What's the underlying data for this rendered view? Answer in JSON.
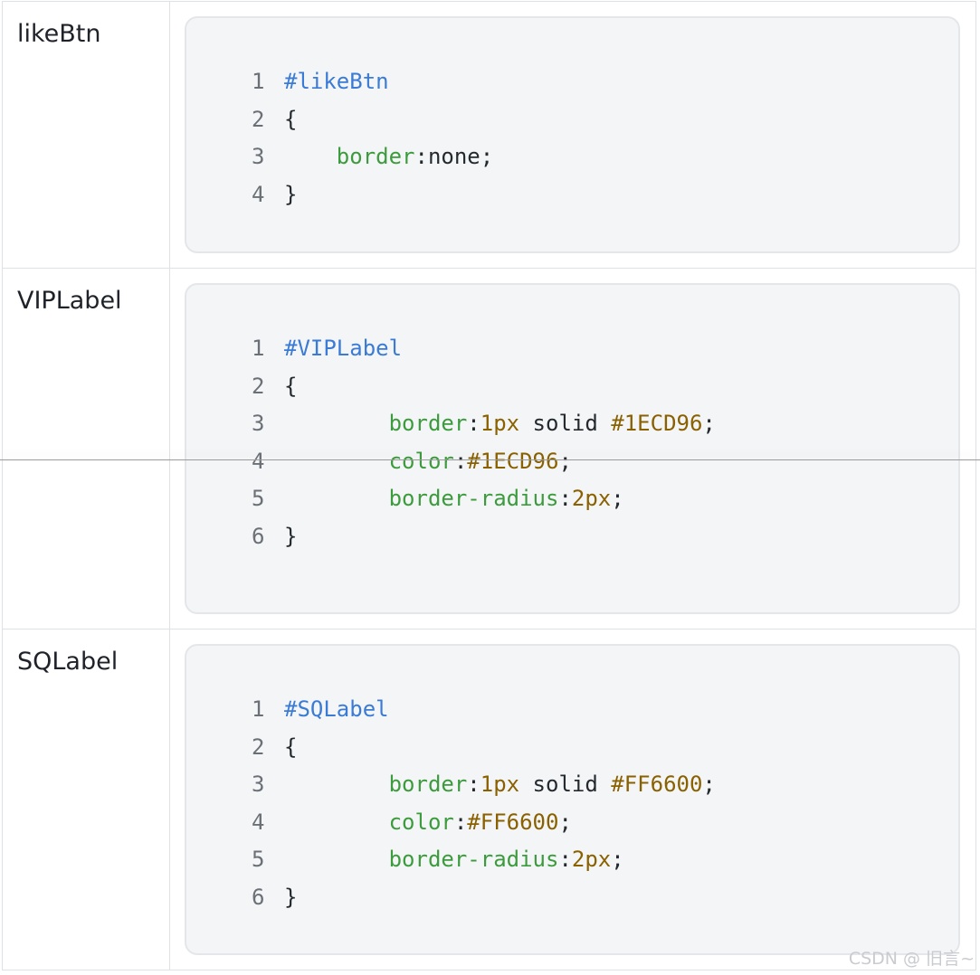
{
  "rows": [
    {
      "name": "likeBtn",
      "code": [
        {
          "num": "1",
          "parts": [
            {
              "t": "#likeBtn",
              "c": "sel"
            }
          ]
        },
        {
          "num": "2",
          "parts": [
            {
              "t": "{",
              "c": "plain"
            }
          ]
        },
        {
          "num": "3",
          "parts": [
            {
              "t": "    ",
              "c": "plain"
            },
            {
              "t": "border",
              "c": "prop"
            },
            {
              "t": ":none;",
              "c": "plain"
            }
          ]
        },
        {
          "num": "4",
          "parts": [
            {
              "t": "}",
              "c": "plain"
            }
          ]
        }
      ]
    },
    {
      "name": "VIPLabel",
      "code": [
        {
          "num": "1",
          "parts": [
            {
              "t": "#VIPLabel",
              "c": "sel"
            }
          ]
        },
        {
          "num": "2",
          "parts": [
            {
              "t": "{",
              "c": "plain"
            }
          ]
        },
        {
          "num": "3",
          "parts": [
            {
              "t": "        ",
              "c": "plain"
            },
            {
              "t": "border",
              "c": "prop"
            },
            {
              "t": ":",
              "c": "plain"
            },
            {
              "t": "1px",
              "c": "val"
            },
            {
              "t": " solid ",
              "c": "plain"
            },
            {
              "t": "#1ECD96",
              "c": "val"
            },
            {
              "t": ";",
              "c": "plain"
            }
          ]
        },
        {
          "num": "4",
          "parts": [
            {
              "t": "        ",
              "c": "plain"
            },
            {
              "t": "color",
              "c": "prop"
            },
            {
              "t": ":",
              "c": "plain"
            },
            {
              "t": "#1ECD96",
              "c": "val"
            },
            {
              "t": ";",
              "c": "plain"
            }
          ]
        },
        {
          "num": "5",
          "parts": [
            {
              "t": "        ",
              "c": "plain"
            },
            {
              "t": "border-radius",
              "c": "prop"
            },
            {
              "t": ":",
              "c": "plain"
            },
            {
              "t": "2px",
              "c": "val"
            },
            {
              "t": ";",
              "c": "plain"
            }
          ]
        },
        {
          "num": "6",
          "parts": [
            {
              "t": "}",
              "c": "plain"
            }
          ]
        }
      ]
    },
    {
      "name": "SQLabel",
      "code": [
        {
          "num": "1",
          "parts": [
            {
              "t": "#SQLabel",
              "c": "sel"
            }
          ]
        },
        {
          "num": "2",
          "parts": [
            {
              "t": "{",
              "c": "plain"
            }
          ]
        },
        {
          "num": "3",
          "parts": [
            {
              "t": "        ",
              "c": "plain"
            },
            {
              "t": "border",
              "c": "prop"
            },
            {
              "t": ":",
              "c": "plain"
            },
            {
              "t": "1px",
              "c": "val"
            },
            {
              "t": " solid ",
              "c": "plain"
            },
            {
              "t": "#FF6600",
              "c": "val"
            },
            {
              "t": ";",
              "c": "plain"
            }
          ]
        },
        {
          "num": "4",
          "parts": [
            {
              "t": "        ",
              "c": "plain"
            },
            {
              "t": "color",
              "c": "prop"
            },
            {
              "t": ":",
              "c": "plain"
            },
            {
              "t": "#FF6600",
              "c": "val"
            },
            {
              "t": ";",
              "c": "plain"
            }
          ]
        },
        {
          "num": "5",
          "parts": [
            {
              "t": "        ",
              "c": "plain"
            },
            {
              "t": "border-radius",
              "c": "prop"
            },
            {
              "t": ":",
              "c": "plain"
            },
            {
              "t": "2px",
              "c": "val"
            },
            {
              "t": ";",
              "c": "plain"
            }
          ]
        },
        {
          "num": "6",
          "parts": [
            {
              "t": "}",
              "c": "plain"
            }
          ]
        }
      ]
    }
  ],
  "watermark": "CSDN @ 旧言~",
  "colors": {
    "selector": "#3a7bd5",
    "property": "#3c9b3c",
    "value": "#8a6100",
    "text": "#24292e",
    "code_bg": "#f4f5f7",
    "border": "#dfe2e5"
  }
}
